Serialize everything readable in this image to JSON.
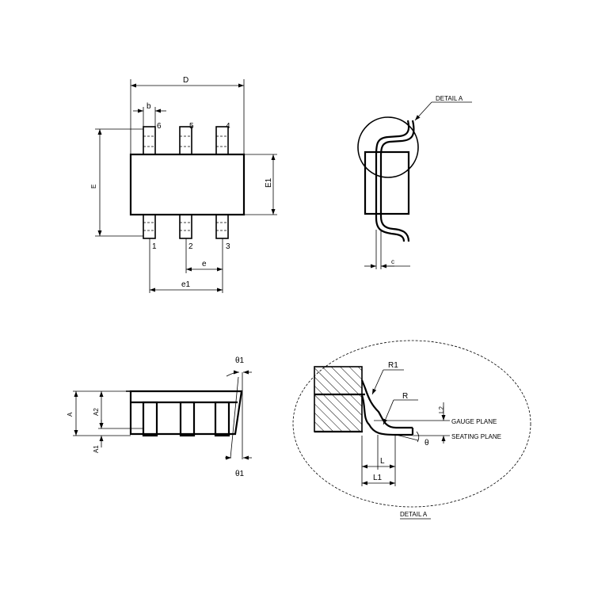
{
  "top_view": {
    "dims": {
      "D": "D",
      "b": "b",
      "E": "E",
      "E1": "E1",
      "e": "e",
      "e1": "e1"
    },
    "pins": {
      "p1": "1",
      "p2": "2",
      "p3": "3",
      "p4": "4",
      "p5": "5",
      "p6": "6"
    }
  },
  "side_view_right": {
    "detail_label": "DETAIL A",
    "dims": {
      "c": "c"
    }
  },
  "side_view_bottom": {
    "dims": {
      "A": "A",
      "A1": "A1",
      "A2": "A2",
      "theta1_top": "θ1",
      "theta1_bottom": "θ1"
    }
  },
  "detail_a": {
    "dims": {
      "R1": "R1",
      "R": "R",
      "L": "L",
      "L1": "L1",
      "L2": "L2",
      "theta": "θ"
    },
    "gauge_plane": "GAUGE PLANE",
    "seating_plane": "SEATING PLANE",
    "caption": "DETAIL A"
  }
}
